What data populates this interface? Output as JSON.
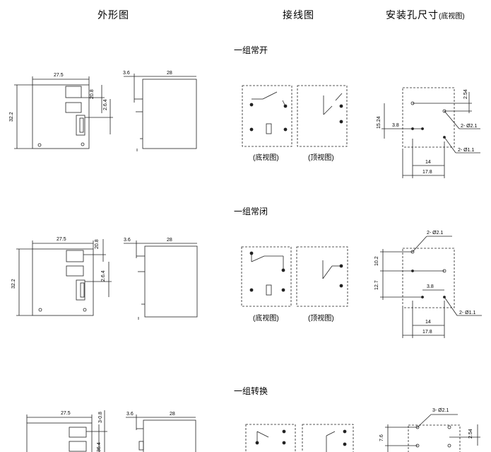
{
  "headers": {
    "outline": "外形图",
    "wiring": "接线图",
    "mounting": "安装孔尺寸",
    "mounting_note": "(底视图)"
  },
  "sections": [
    {
      "title": "一组常开",
      "bottom_view": "(底视图)",
      "top_view": "(顶视图)",
      "outline_dims": {
        "width": "27.5",
        "height": "32.2",
        "d1": "20.8",
        "d2": "2.6.4",
        "side_w": "3.6",
        "side_l": "28"
      },
      "hole_dims": {
        "v1": "2.54",
        "v2": "15.24",
        "h1": "3.8",
        "h2": "14",
        "h3": "17.8",
        "hole_a": "2- Ø2.1",
        "hole_b": "2- Ø1.1"
      }
    },
    {
      "title": "一组常闭",
      "bottom_view": "(底视图)",
      "top_view": "(顶视图)",
      "outline_dims": {
        "width": "27.5",
        "height": "32.2",
        "d1": "20.8",
        "d2": "2.6.4",
        "side_w": "3.6",
        "side_l": "28"
      },
      "hole_dims": {
        "v1": "10.2",
        "v2": "12.7",
        "h1": "3.8",
        "h2": "14",
        "h3": "17.8",
        "hole_a": "2- Ø2.1",
        "hole_b": "2- Ø1.1"
      }
    },
    {
      "title": "一组转换",
      "outline_dims": {
        "width": "27.5",
        "d1": "3-0.8",
        "d2": "36.4",
        "side_w": "3.6",
        "side_l": "28"
      },
      "hole_dims": {
        "v1": "7.6",
        "v2": "2.54",
        "hole_a": "3- Ø2.1"
      }
    }
  ]
}
